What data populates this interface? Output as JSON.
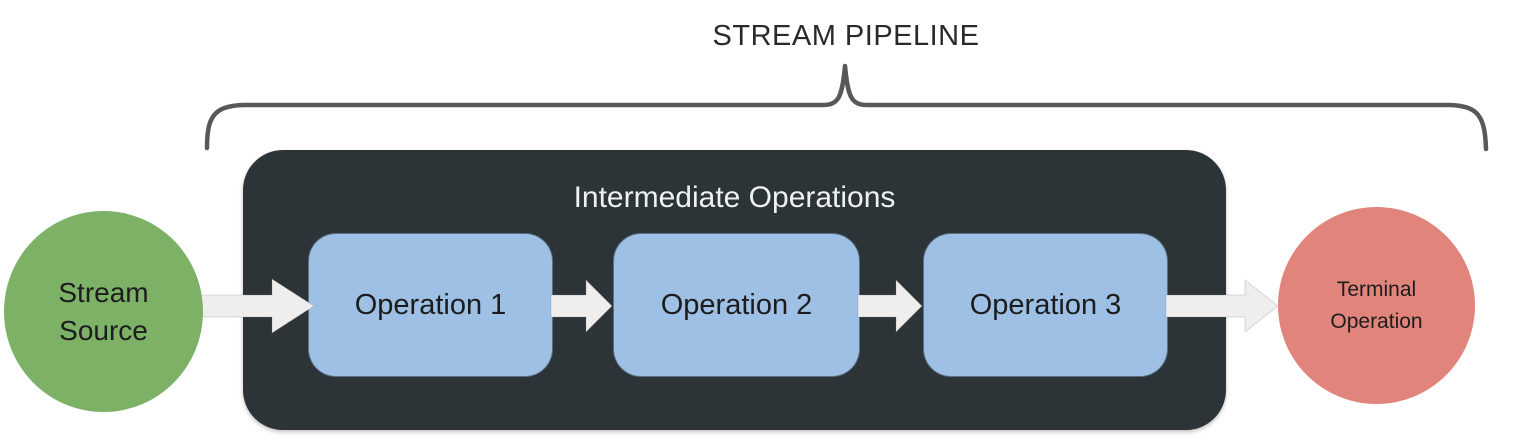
{
  "title": "STREAM PIPELINE",
  "nodes": {
    "source": {
      "label": "Stream\nSource"
    },
    "terminal": {
      "label": "Terminal\nOperation"
    }
  },
  "pipeline": {
    "container_label": "Intermediate Operations",
    "operations": [
      "Operation 1",
      "Operation 2",
      "Operation 3"
    ]
  },
  "colors": {
    "source_green": "#7cb166",
    "terminal_red": "#e1847c",
    "container_dark": "#2c3438",
    "operation_blue": "#9ec0e5",
    "arrow_light": "#efeeec",
    "brace_gray": "#58585a",
    "title_text": "#2a2a2a",
    "container_label_text": "#eef1f2"
  }
}
